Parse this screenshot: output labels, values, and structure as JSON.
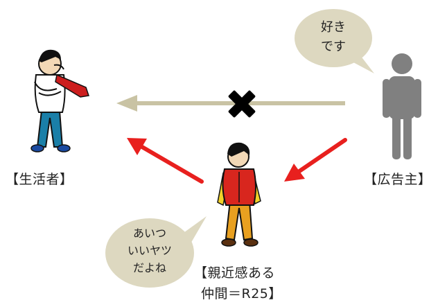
{
  "labels": {
    "consumer": "【生活者】",
    "advertiser": "【広告主】",
    "friend_line1": "【親近感ある",
    "friend_line2": "仲間＝R25】"
  },
  "advertiser_bubble": {
    "line1": "好き",
    "line2": "です"
  },
  "friend_bubble": {
    "line1": "あいつ",
    "line2": "いいヤツ",
    "line3": "だよね"
  },
  "colors": {
    "direct_arrow": "#c9c3a4",
    "red_arrows": "#e8201e",
    "bubble_fill": "#ddd8c0",
    "advertiser_figure": "#808080",
    "cross_mark": "#000000"
  },
  "icons": {
    "advertiser": "person-silhouette-icon",
    "consumer": "consumer-figure-icon",
    "friend": "friend-figure-icon",
    "blocked": "cross-icon"
  }
}
